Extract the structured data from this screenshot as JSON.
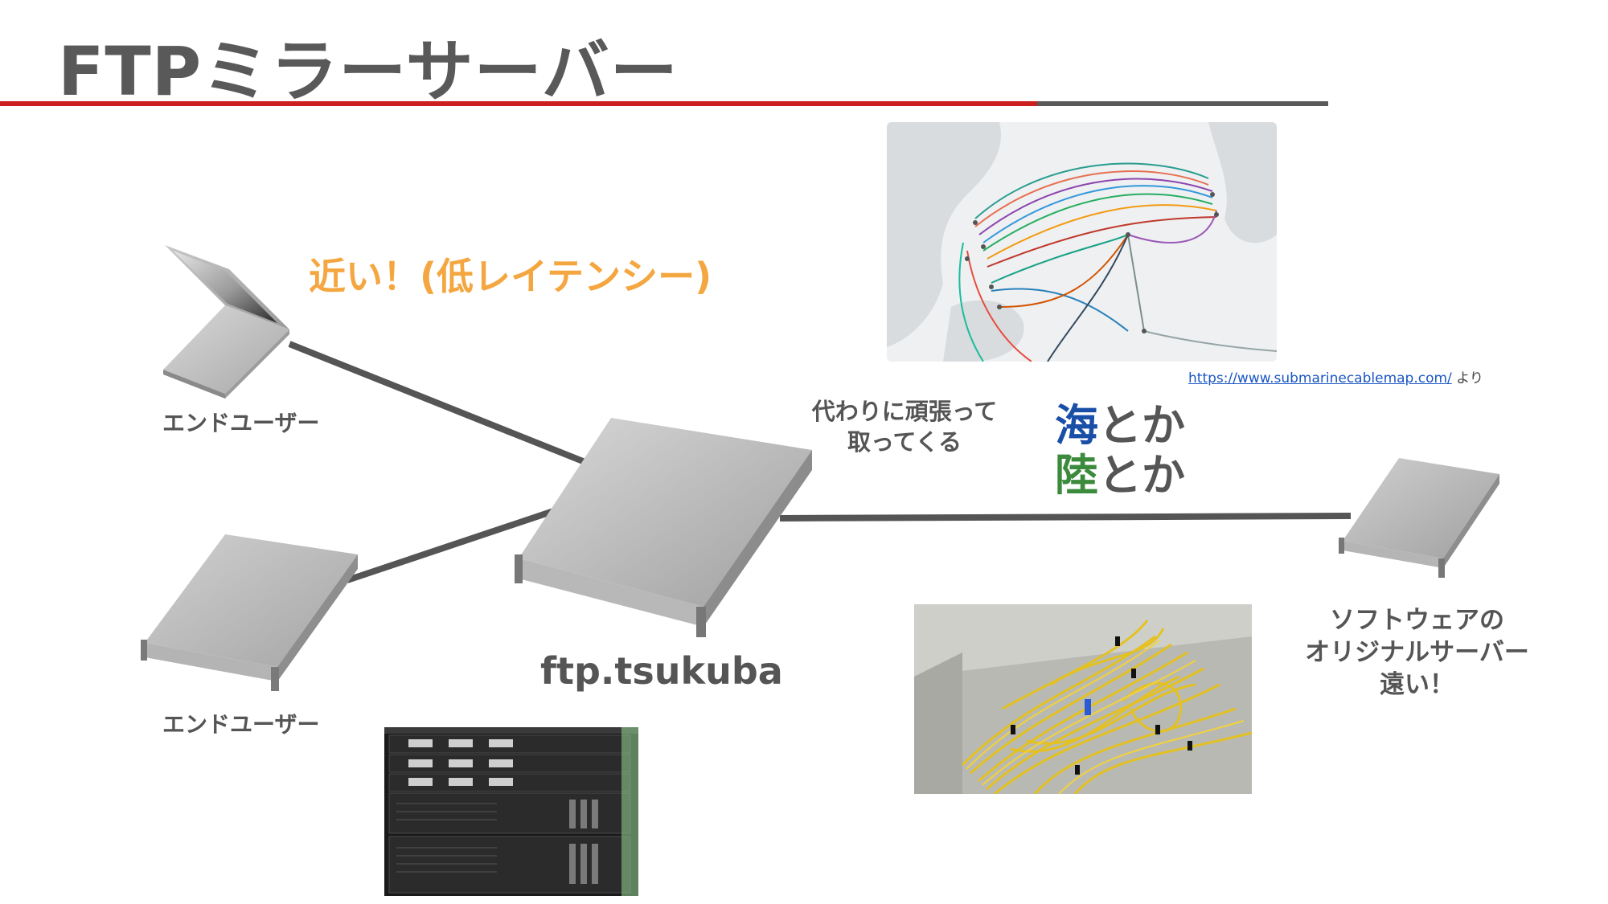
{
  "title": "FTPミラーサーバー",
  "labels": {
    "end_user_top": "エンドユーザー",
    "end_user_bottom": "エンドユーザー",
    "ftp_server": "ftp.tsukuba",
    "near": "近い！(低レイテンシー)",
    "proxy_line1": "代わりに頑張って",
    "proxy_line2": "取ってくる",
    "sea_kanji": "海",
    "sea_rest": "とか",
    "land_kanji": "陸",
    "land_rest": "とか",
    "origin_line1": "ソフトウェアの",
    "origin_line2": "オリジナルサーバー",
    "origin_line3": "遠い！"
  },
  "source": {
    "url": "https://www.submarinecablemap.com/",
    "suffix": " より"
  },
  "colors": {
    "title": "#595959",
    "rule_red": "#cc1f1f",
    "rule_gray": "#5a5a5a",
    "accent_orange": "#f4a640",
    "sea_blue": "#1a4fa8",
    "land_green": "#3c8a3c"
  },
  "icons": [
    "laptop-icon",
    "rack-server-icon",
    "rack-server-icon",
    "rack-server-icon"
  ]
}
